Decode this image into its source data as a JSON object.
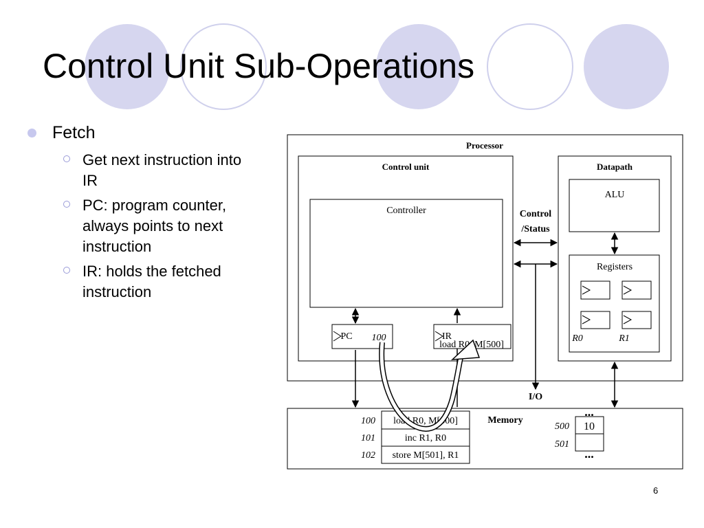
{
  "slide": {
    "title": "Control Unit Sub-Operations",
    "page_number": "6"
  },
  "bullets": {
    "level1": "Fetch",
    "level2": [
      [
        "Get next instruction into",
        "IR"
      ],
      [
        "PC: program counter,",
        "always points to next",
        "instruction"
      ],
      [
        "IR: holds the fetched",
        "instruction"
      ]
    ]
  },
  "diagram": {
    "processor_label": "Processor",
    "control_unit_label": "Control unit",
    "datapath_label": "Datapath",
    "controller_label": "Controller",
    "alu_label": "ALU",
    "registers_label": "Registers",
    "control_status_label": [
      "Control",
      "/Status"
    ],
    "pc_label": "PC",
    "pc_value": "100",
    "ir_label": "IR",
    "ir_value": "load R0, M[500]",
    "reg_labels": [
      "R0",
      "R1"
    ],
    "io_label": "I/O",
    "memory_label": "Memory",
    "memory_rows": [
      {
        "address": "100",
        "content": "load R0, M[500]"
      },
      {
        "address": "101",
        "content": "inc R1, R0"
      },
      {
        "address": "102",
        "content": "store M[501], R1"
      }
    ],
    "data_memory": [
      {
        "address": "500",
        "value": "10"
      },
      {
        "address": "501",
        "value": ""
      }
    ],
    "ellipsis": "..."
  },
  "colors": {
    "bullet_fill": "#c7c8ee",
    "deco_circle": "#d6d6ef",
    "deco_ring": "#cfd0ec"
  }
}
